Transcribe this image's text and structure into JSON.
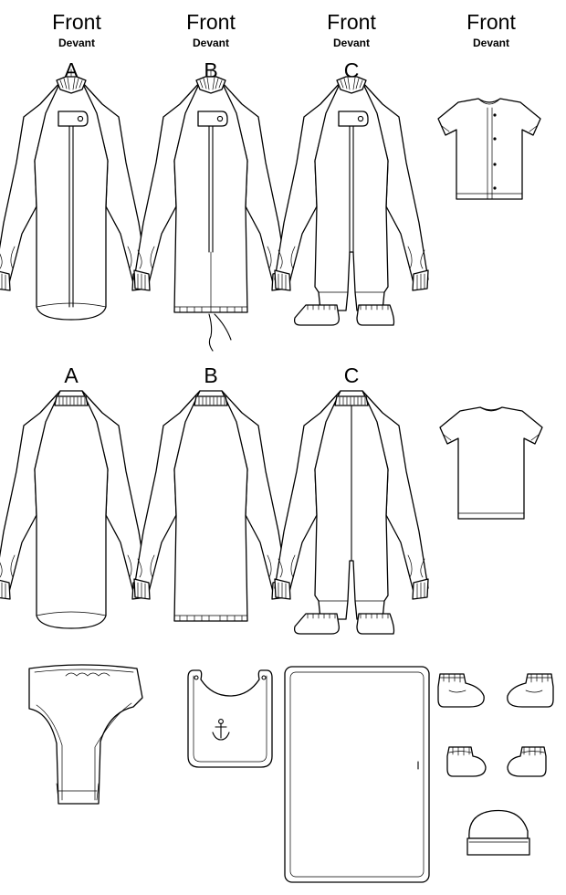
{
  "headers": [
    {
      "title": "Front",
      "subtitle": "Devant"
    },
    {
      "title": "Front",
      "subtitle": "Devant"
    },
    {
      "title": "Front",
      "subtitle": "Devant"
    },
    {
      "title": "Front",
      "subtitle": "Devant"
    }
  ],
  "view_labels_front": [
    "A",
    "B",
    "C"
  ],
  "view_labels_back": [
    "A",
    "B",
    "C"
  ]
}
